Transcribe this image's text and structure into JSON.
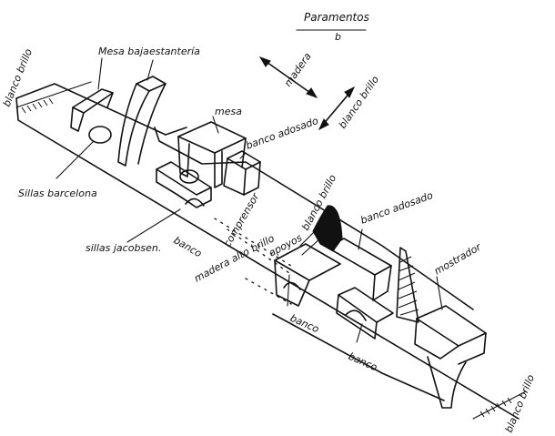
{
  "title": "Paramentos",
  "title_sub": "b",
  "labels": {
    "mesa_baja": "Mesa baja",
    "estanteria": "estantería",
    "blanco_brillo_1": "blanco brillo",
    "mesa": "mesa",
    "banco_adosado_1": "banco adosado",
    "sillas_barcelona": "Sillas barcelona",
    "sillas_jacobsen": "sillas jacobsen.",
    "banco_1": "banco",
    "comprensor": "comprensor",
    "apoyos": "apoyos",
    "blanco_brillo_2": "blanco brillo",
    "banco_adosado_2": "banco adosado",
    "madera_alto_brillo": "madera alto brillo",
    "banco_2": "banco",
    "mostrador": "mostrador",
    "banco_3": "banco",
    "blanco_brillo_3": "blanco brillo",
    "arrow_madera": "madera",
    "arrow_blanco_brillo": "blanco brillo"
  }
}
